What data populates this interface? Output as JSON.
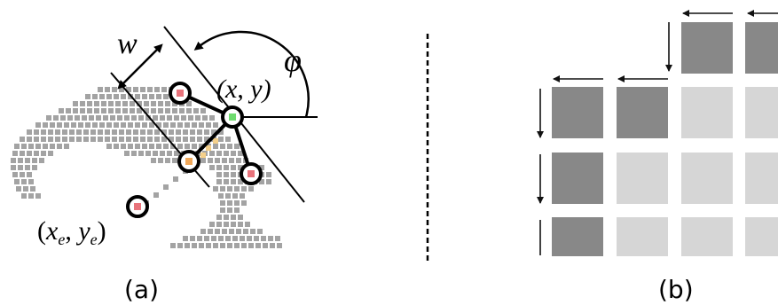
{
  "panel_a": {
    "caption": "(a)",
    "label_w": "w",
    "label_phi": "φ",
    "label_point": "(x, y)",
    "label_end": {
      "open": "(",
      "x": "x",
      "x_sub": "e",
      "comma": ", ",
      "y": "y",
      "y_sub": "e",
      "close": ")"
    }
  },
  "panel_b": {
    "caption": "(b)"
  },
  "colors": {
    "grasp_pixel": "#a3a3a3",
    "dark_square": "#888888",
    "light_square": "#d6d6d6",
    "keypoint_red": "#e8737b",
    "keypoint_green": "#6fdc6f",
    "keypoint_orange": "#f0a85a",
    "arrow": "#111111"
  }
}
